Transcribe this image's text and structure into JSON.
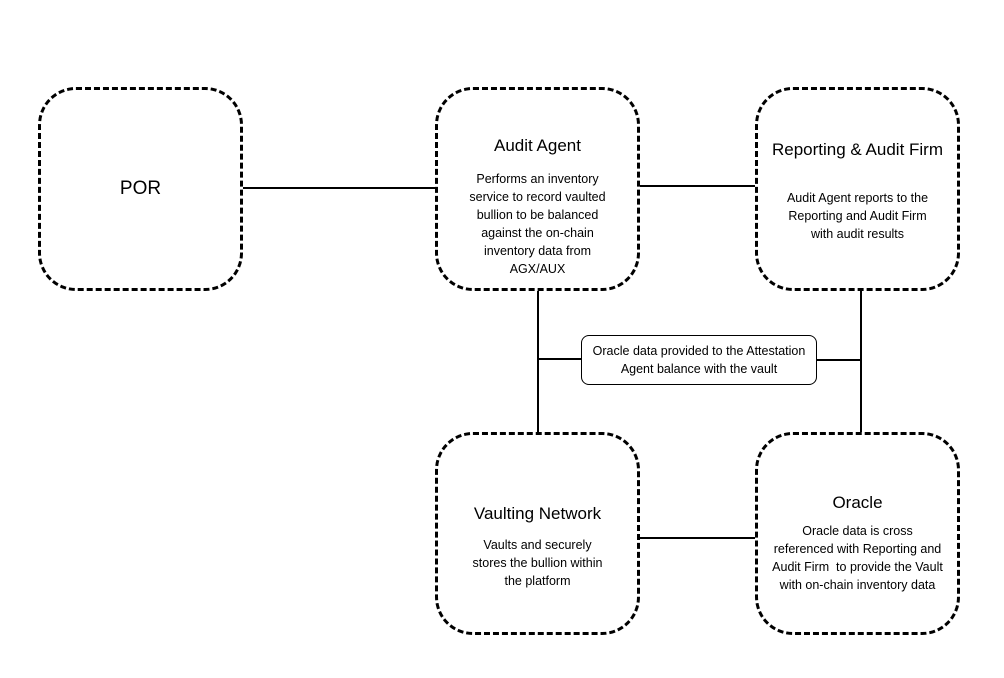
{
  "nodes": {
    "por": {
      "title": "POR"
    },
    "audit_agent": {
      "title": "Audit Agent",
      "description_lines": [
        "Performs an inventory",
        "service to record vaulted",
        "bullion to be balanced",
        "against the on-chain",
        "inventory data from",
        "AGX/AUX"
      ]
    },
    "reporting_audit_firm": {
      "title": "Reporting & Audit Firm",
      "description_lines": [
        "Audit Agent reports to the",
        "Reporting and Audit Firm",
        "with audit results"
      ]
    },
    "vaulting_network": {
      "title": "Vaulting Network",
      "description_lines": [
        "Vaults and securely",
        "stores the bullion within",
        "the platform"
      ]
    },
    "oracle": {
      "title": "Oracle",
      "description_lines": [
        "Oracle data is cross",
        "referenced with Reporting and",
        "Audit Firm  to provide the Vault",
        "with on-chain inventory data"
      ]
    }
  },
  "connection_label": {
    "lines": [
      "Oracle data provided to the Attestation",
      "Agent balance with the vault"
    ]
  },
  "colors": {
    "line": "#000000",
    "background": "#ffffff"
  }
}
